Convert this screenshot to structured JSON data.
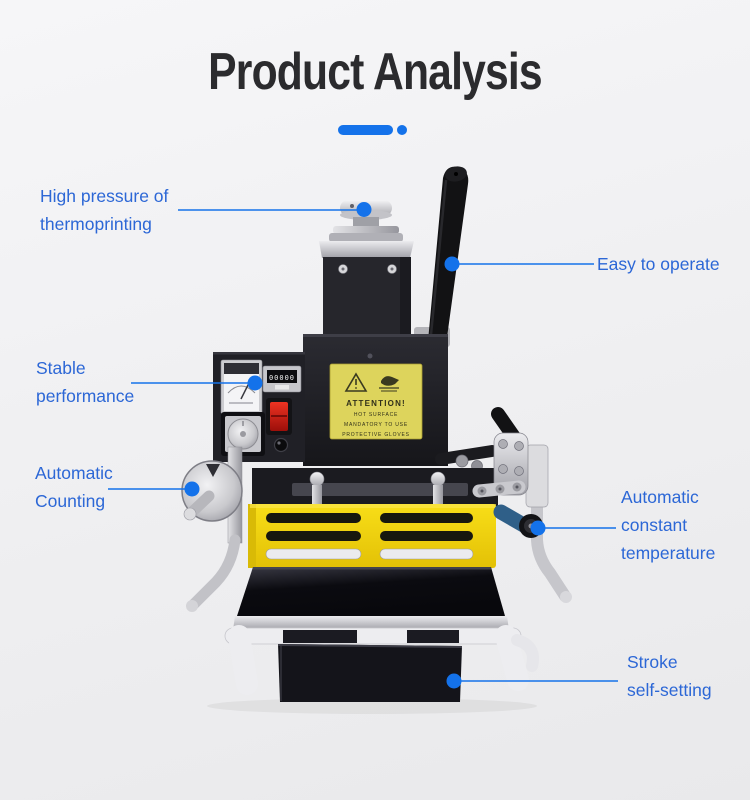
{
  "page": {
    "title": "Product Analysis"
  },
  "colors": {
    "accent_blue": "#1472ea",
    "callout_text_blue": "#2c67d6",
    "title_color": "#2b2b2e",
    "machine_guard_yellow": "#f2cf0a",
    "warning_label_yellow": "#ddd45c",
    "power_switch_red": "#d42015"
  },
  "callouts": {
    "thermoprinting": {
      "lines": [
        "High pressure of",
        "thermoprinting"
      ]
    },
    "easy_operate": {
      "lines": [
        "Easy to operate"
      ]
    },
    "stable": {
      "lines": [
        "Stable",
        "performance"
      ]
    },
    "counting": {
      "lines": [
        "Automatic",
        "Counting"
      ]
    },
    "temperature": {
      "lines": [
        "Automatic",
        "constant",
        "temperature"
      ]
    },
    "stroke": {
      "lines": [
        "Stroke",
        "self-setting"
      ]
    }
  },
  "machine": {
    "warning_label": {
      "title": "ATTENTION!",
      "line2": "HOT SURFACE",
      "line3": "MANDATORY TO USE",
      "line4": "PROTECTIVE GLOVES"
    },
    "counter_value": "00000"
  }
}
